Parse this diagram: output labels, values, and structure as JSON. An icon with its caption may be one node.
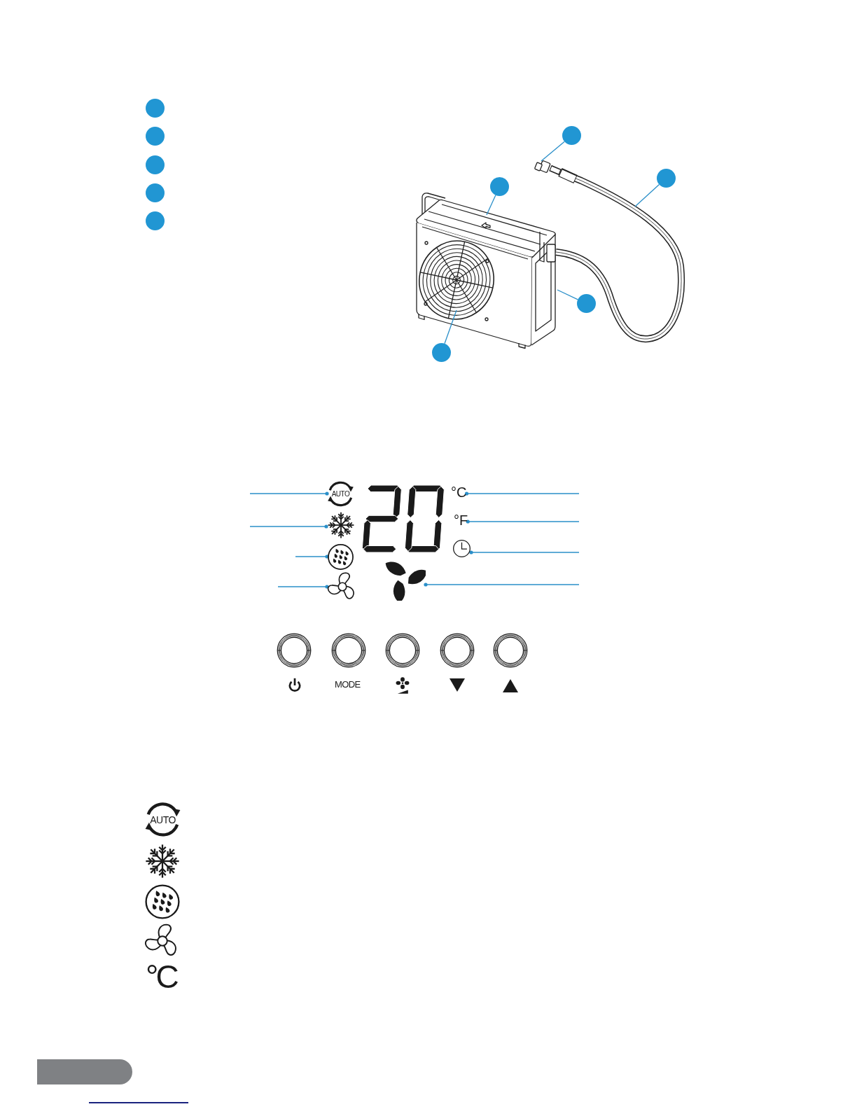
{
  "diagram": {
    "nodes": [
      {
        "text": [],
        "shape": "circle"
      },
      {
        "text": [],
        "shape": "circle"
      },
      {
        "text": [],
        "shape": "circle"
      },
      {
        "text": [],
        "shape": "circle"
      },
      {
        "text": [],
        "shape": "circle"
      },
      {
        "text": [],
        "shape": "circle"
      },
      {
        "text": [],
        "shape": "circle"
      },
      {
        "text": [],
        "shape": "circle"
      },
      {
        "text": [],
        "shape": "circle"
      },
      {
        "text": [],
        "shape": "circle"
      },
      {
        "text": [
          "AUTO"
        ]
      },
      {
        "text": [],
        "shape": "picture"
      },
      {
        "text": [],
        "shape": "picture"
      },
      {
        "text": [],
        "shape": "picture"
      },
      {
        "text": [
          "°C"
        ]
      },
      {
        "text": [
          "°F"
        ]
      },
      {
        "text": [],
        "shape": "picture"
      },
      {
        "text": [],
        "shape": "picture"
      },
      {
        "text": [],
        "shape": "ring"
      },
      {
        "text": [],
        "shape": "ring",
        "beside": [
          "MODE"
        ]
      },
      {
        "text": [],
        "shape": "ring"
      },
      {
        "text": [],
        "shape": "ring"
      },
      {
        "text": [],
        "shape": "ring"
      }
    ],
    "edges": [
      {
        "from": 5,
        "to": null,
        "arrow": "none"
      },
      {
        "from": 6,
        "to": null,
        "arrow": "none"
      },
      {
        "from": 7,
        "to": null,
        "arrow": "none"
      },
      {
        "from": 8,
        "to": null,
        "arrow": "none"
      },
      {
        "from": 9,
        "to": null,
        "arrow": "none"
      },
      {
        "from": null,
        "to": 10,
        "arrow": "other"
      },
      {
        "from": null,
        "to": 11,
        "arrow": "other"
      },
      {
        "from": null,
        "to": 12,
        "arrow": "other"
      },
      {
        "from": null,
        "to": 13,
        "arrow": "other"
      },
      {
        "from": null,
        "to": 14,
        "arrow": "other"
      },
      {
        "from": null,
        "to": 15,
        "arrow": "other"
      },
      {
        "from": null,
        "to": 16,
        "arrow": "other"
      },
      {
        "from": null,
        "to": 17,
        "arrow": "other"
      }
    ],
    "labels": [
      "AUTO",
      "°C"
    ]
  }
}
